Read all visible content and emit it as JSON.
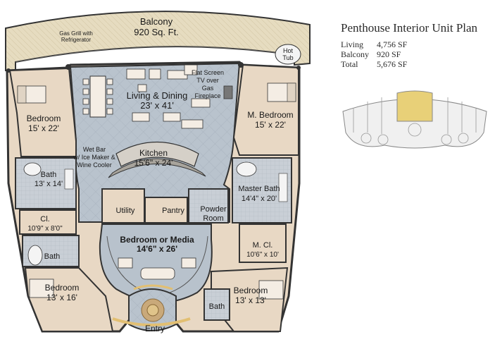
{
  "title": "Penthouse Interior Unit Plan",
  "stats": [
    {
      "label": "Living",
      "value": "4,756 SF"
    },
    {
      "label": "Balcony",
      "value": "920 SF"
    },
    {
      "label": "Total",
      "value": "5,676 SF"
    }
  ],
  "rooms": {
    "balcony_name": "Balcony",
    "balcony_size": "920 Sq. Ft.",
    "gas_grill_1": "Gas Grill with",
    "gas_grill_2": "Refrigerator",
    "hot_tub_1": "Hot",
    "hot_tub_2": "Tub",
    "living_name": "Living & Dining",
    "living_size": "23' x 41'",
    "tv_1": "Flat Screen",
    "tv_2": "TV over",
    "tv_3": "Gas",
    "tv_4": "Fireplace",
    "bedroom_nw_name": "Bedroom",
    "bedroom_nw_size": "15' x 22'",
    "master_bedroom_name": "M. Bedroom",
    "master_bedroom_size": "15' x 22'",
    "wetbar_1": "Wet Bar",
    "wetbar_2": "w/ Ice Maker &",
    "wetbar_3": "Wine Cooler",
    "kitchen_name": "Kitchen",
    "kitchen_size": "15'6\" x 24'",
    "bath_w_name": "Bath",
    "bath_w_size": "13' x 14'",
    "master_bath_name": "Master Bath",
    "master_bath_size": "14'4\" x 20'",
    "utility": "Utility",
    "pantry": "Pantry",
    "powder_1": "Powder",
    "powder_2": "Room",
    "closet_w_name": "Cl.",
    "closet_w_size": "10'9\" x 8'0\"",
    "media_name": "Bedroom or Media",
    "media_size": "14'6\" x 26'",
    "master_closet_name": "M. Cl.",
    "master_closet_size": "10'6\" x 10'",
    "bath_sw": "Bath",
    "bedroom_sw_name": "Bedroom",
    "bedroom_sw_size": "13' x 16'",
    "bedroom_se_name": "Bedroom",
    "bedroom_se_size": "13' x 13'",
    "bath_se": "Bath",
    "entry": "Entry"
  },
  "colors": {
    "balcony": "#e6dcc0",
    "room_carpet": "#e8d8c4",
    "tile": "#b9c3cd",
    "wall": "#333333",
    "accent_gold": "#e2bf72",
    "keyplan_highlight": "#e8d078"
  }
}
